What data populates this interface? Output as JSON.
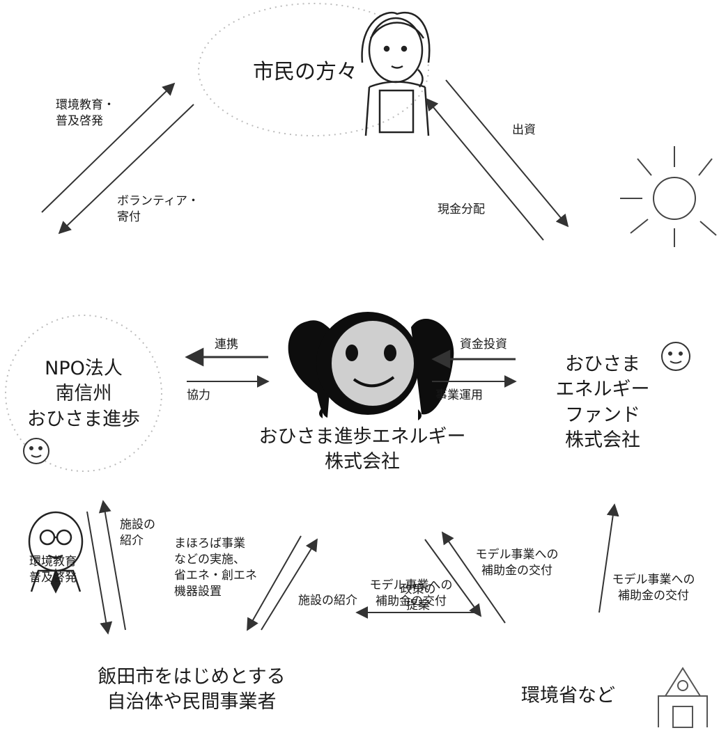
{
  "labels": {
    "citizens": "市民の方々",
    "env_education_top": [
      "環境教育・",
      "普及啓発"
    ],
    "volunteer_donation": [
      "ボランティア・",
      "寄付"
    ],
    "investment": "出資",
    "cash_distribution": "現金分配",
    "npo": [
      "NPO法人",
      "南信州",
      "おひさま進歩"
    ],
    "cooperation_left": "連携",
    "cooperation_right": "協力",
    "company": [
      "おひさま進歩エネルギー",
      "株式会社"
    ],
    "fund_investment": "資金投資",
    "business_operation": "事業運用",
    "fund": [
      "おひさま",
      "エネルギー",
      "ファンド",
      "株式会社"
    ],
    "env_education_bottom": [
      "環境教育",
      "普及啓発"
    ],
    "facility_intro_npo": [
      "施設の",
      "紹介"
    ],
    "projects": [
      "まほろば事業",
      "などの実施、",
      "省エネ・創エネ",
      "機器設置"
    ],
    "facility_intro_company": "施設の紹介",
    "policy_proposal": [
      "政策の",
      "提案"
    ],
    "subsidy_company": [
      "モデル事業への",
      "補助金の交付"
    ],
    "subsidy_fund": [
      "モデル事業への",
      "補助金の交付"
    ],
    "subsidy_bottom": [
      "モデル事業への",
      "補助金の交付"
    ],
    "local_govt": [
      "飯田市をはじめとする",
      "自治体や民間事業者"
    ],
    "ministry": "環境省など"
  },
  "icons": [
    "citizen-woman-icon",
    "sun-icon",
    "ohisama-mascot-icon",
    "small-sun-face-icon",
    "official-man-icon",
    "government-building-icon"
  ],
  "colors": {
    "ink": "#1a1a1a",
    "face_fill": "#cfcfcf",
    "dark": "#0d0d0d"
  }
}
